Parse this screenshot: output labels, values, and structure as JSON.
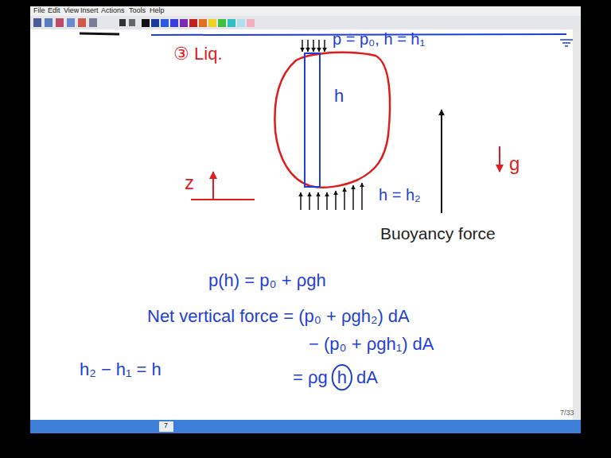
{
  "diagram": {
    "labels": [
      "File",
      "Edit",
      "View",
      "Insert",
      "Actions",
      "Tools",
      "Help",
      "③ Liq.",
      "p = p₀, h = h₁",
      "h",
      "h = h₂",
      "Buoyancy force",
      "g",
      "z",
      "p(h) = p₀ + ρgh",
      "Net vertical force = (p₀ + ρgh₂) dA",
      "− (p₀ + ρgh₁) dA",
      "h₂ − h₁ = h",
      "= ρg",
      "h",
      "dA",
      "7",
      "7/33"
    ]
  }
}
